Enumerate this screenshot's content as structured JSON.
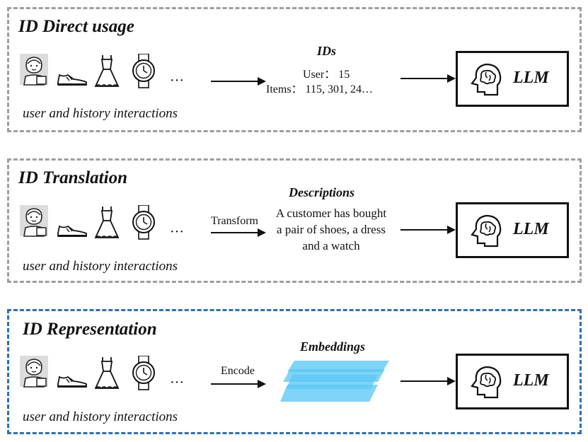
{
  "panels": [
    {
      "title": "ID Direct usage",
      "caption": "user and history interactions",
      "mid_title": "IDs",
      "mid_lines": [
        "User： 15",
        "Items： 115, 301, 24…"
      ],
      "arrow_label": "",
      "llm_label": "LLM"
    },
    {
      "title": "ID Translation",
      "caption": "user and history interactions",
      "mid_title": "Descriptions",
      "mid_lines": [
        "A customer has bought a pair of shoes, a dress and a watch"
      ],
      "arrow_label": "Transform",
      "llm_label": "LLM"
    },
    {
      "title": "ID Representation",
      "caption": "user and history interactions",
      "mid_title": "Embeddings",
      "mid_lines": [],
      "arrow_label": "Encode",
      "llm_label": "LLM"
    }
  ],
  "ellipsis": "···",
  "icons": [
    "shopper-icon",
    "sneaker-icon",
    "dress-icon",
    "watch-icon",
    "brain-icon"
  ],
  "colors": {
    "gray_border": "#9e9e9e",
    "blue_border": "#2e6fb0",
    "embedding_fill": "#5bc8f5"
  }
}
